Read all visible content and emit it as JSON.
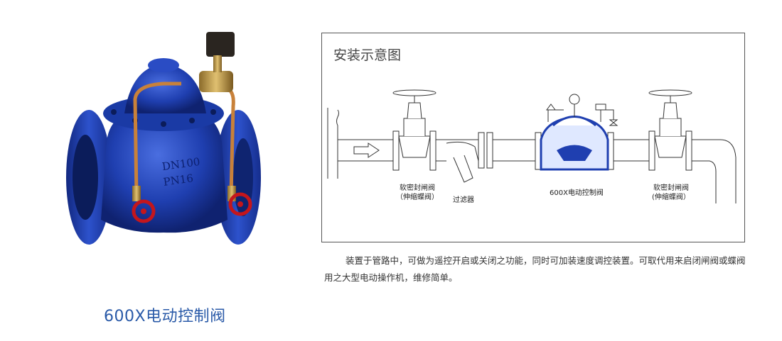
{
  "product": {
    "name": "600X电动控制阀",
    "body_markings": [
      "DN100",
      "PN16"
    ]
  },
  "diagram": {
    "title": "安装示意图",
    "labels": {
      "gate_valve_left_line1": "软密封闸阀",
      "gate_valve_left_line2": "（伸缩蝶阀）",
      "strainer": "过滤器",
      "control_valve": "600X电动控制阀",
      "gate_valve_right_line1": "软密封闸阀",
      "gate_valve_right_line2": "(伸缩蝶阀）"
    }
  },
  "description": "装置于管路中，可做为遥控开启或关闭之功能，同时可加装速度调控装置。可取代用来启闭闸阀或蝶阀用之大型电动操作机，维修简单。",
  "colors": {
    "valve_blue": "#1f3fb0",
    "accent_red": "#c4161c",
    "copper": "#c8813a",
    "caption_blue": "#2a5aa8"
  }
}
